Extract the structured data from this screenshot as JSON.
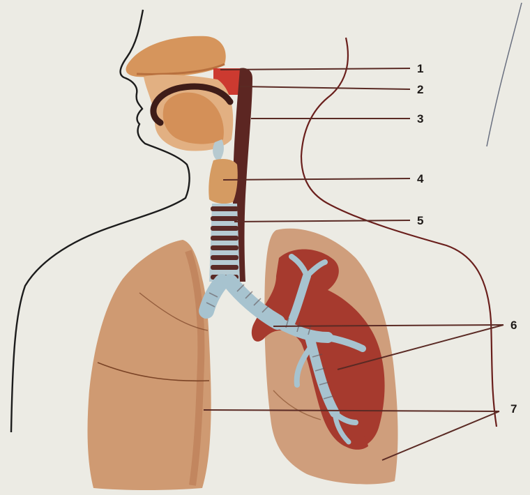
{
  "labels": [
    {
      "id": "1",
      "text": "1"
    },
    {
      "id": "2",
      "text": "2"
    },
    {
      "id": "3",
      "text": "3"
    },
    {
      "id": "4",
      "text": "4"
    },
    {
      "id": "5",
      "text": "5"
    },
    {
      "id": "6",
      "text": "6"
    },
    {
      "id": "7",
      "text": "7"
    }
  ],
  "colors": {
    "background": "#ecebe4",
    "body_outline": "#1c1c1c",
    "leader_line": "#5a2a24",
    "tissue": "#d9a06e",
    "tissue_dark": "#b8703e",
    "lung": "#cf9a72",
    "lung_shadow": "#a8623c",
    "bronchi": "#a7c3cf",
    "trachea_ring": "#5a2a26",
    "esophagus": "#5c2622",
    "bronchial_tissue": "#a63a2e"
  }
}
